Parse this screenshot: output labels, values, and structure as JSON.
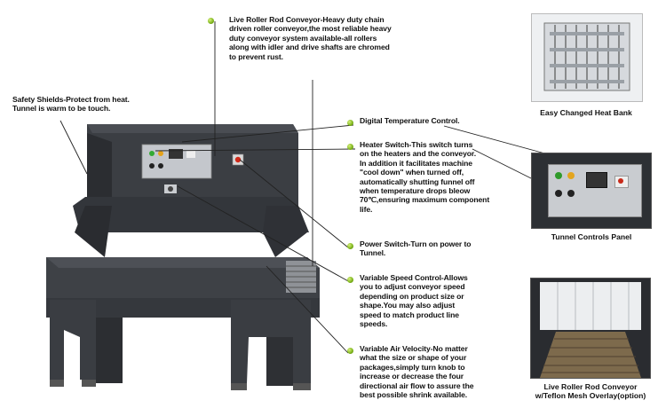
{
  "annotations": {
    "safety": "Safety Shields-Protect from heat.\nTunnel is warm to be touch.",
    "conveyor": "Live Roller Rod Conveyor-Heavy duty chain\ndriven roller conveyor,the most reliable heavy\nduty conveyor system available-all rollers\nalong with idler and drive shafts are chromed\nto prevent rust.",
    "digital": "Digital Temperature Control.",
    "heater": "Heater Switch-This switch turns\non the heaters and the conveyor.\nIn addition it facilitates machine\n\"cool down\" when turned off,\nautomatically shutting funnel off\nwhen temperature drops bleow\n70℃,ensuring maximum component\nlife.",
    "power": "Power Switch-Turn on power to\nTunnel.",
    "speed": "Variable Speed Control-Allows\nyou to adjust conveyor speed\ndepending on product size or\nshape.You may also adjust\nspeed to match product line\nspeeds.",
    "air": "Variable Air Velocity-No matter\nwhat the size or shape of your\npackages,simply turn knob to\nincrease or decrease the four\ndirectional air flow to assure the\nbest possible shrink available."
  },
  "captions": {
    "heat_bank": "Easy Changed Heat Bank",
    "controls_panel": "Tunnel Controls Panel",
    "conveyor_photo": "Live Roller Rod Conveyor\nw/Teflon Mesh Overlay(option)"
  },
  "colors": {
    "machine": "#3a3d42",
    "machine_dark": "#26282c",
    "panel": "#c9ccd0",
    "bullet": "#7bb21a"
  }
}
